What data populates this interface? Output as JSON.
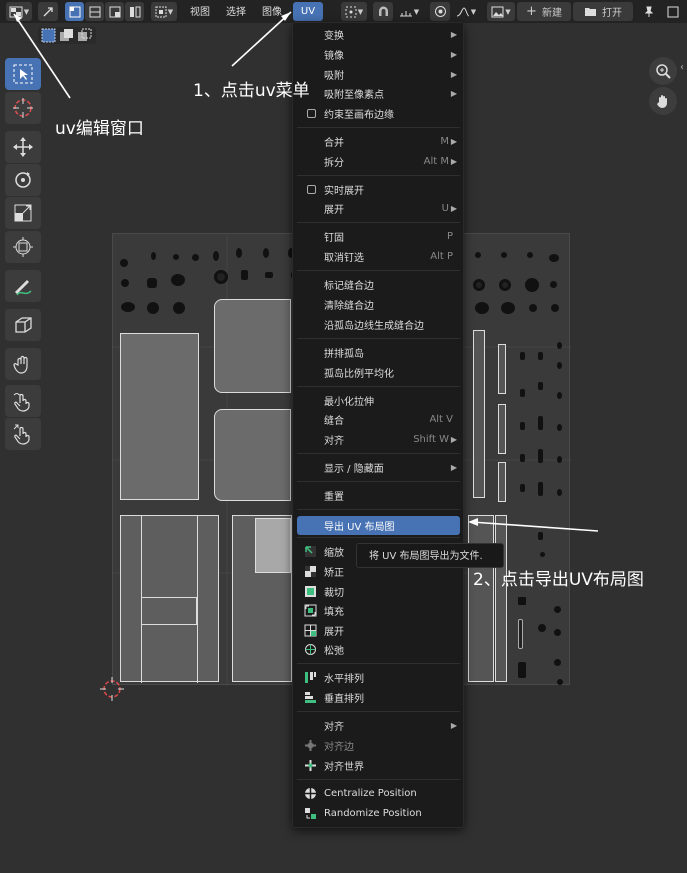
{
  "header": {
    "menus": [
      "视图",
      "选择",
      "图像"
    ],
    "uv_menu": "UV",
    "new_label": "新建",
    "open_label": "打开"
  },
  "menu": {
    "items": [
      {
        "label": "变换",
        "type": "arrow"
      },
      {
        "label": "镜像",
        "type": "arrow"
      },
      {
        "label": "吸附",
        "type": "arrow"
      },
      {
        "label": "吸附至像素点",
        "type": "arrow"
      },
      {
        "label": "约束至画布边缘",
        "type": "check"
      },
      {
        "label": "合并",
        "shortcut": "M",
        "type": "arrow"
      },
      {
        "label": "拆分",
        "shortcut": "Alt M",
        "type": "arrow"
      },
      {
        "label": "实时展开",
        "type": "check"
      },
      {
        "label": "展开",
        "shortcut": "U",
        "type": "arrow"
      },
      {
        "label": "钉固",
        "shortcut": "P"
      },
      {
        "label": "取消钉选",
        "shortcut": "Alt P"
      },
      {
        "label": "标记缝合边"
      },
      {
        "label": "清除缝合边"
      },
      {
        "label": "沿孤岛边线生成缝合边"
      },
      {
        "label": "拼排孤岛"
      },
      {
        "label": "孤岛比例平均化"
      },
      {
        "label": "最小化拉伸"
      },
      {
        "label": "缝合",
        "shortcut": "Alt V"
      },
      {
        "label": "对齐",
        "shortcut": "Shift W",
        "type": "arrow"
      },
      {
        "label": "显示 / 隐藏面",
        "type": "arrow"
      },
      {
        "label": "重置"
      },
      {
        "label": "导出 UV 布局图",
        "highlighted": true
      },
      {
        "label": "缩放",
        "icon": "scale-icon"
      },
      {
        "label": "矫正",
        "icon": "straighten-icon"
      },
      {
        "label": "裁切",
        "icon": "crop-icon"
      },
      {
        "label": "填充",
        "icon": "fill-icon"
      },
      {
        "label": "展开",
        "icon": "unwrap-icon"
      },
      {
        "label": "松弛",
        "icon": "relax-icon"
      },
      {
        "label": "水平排列",
        "icon": "align-h-icon"
      },
      {
        "label": "垂直排列",
        "icon": "align-v-icon"
      },
      {
        "label": "对齐",
        "type": "arrow"
      },
      {
        "label": "对齐边",
        "icon": "align-edge-icon",
        "dim": true
      },
      {
        "label": "对齐世界",
        "icon": "align-world-icon"
      },
      {
        "label": "Centralize Position",
        "icon": "centralize-icon"
      },
      {
        "label": "Randomize Position",
        "icon": "randomize-icon"
      }
    ]
  },
  "tooltip": "将 UV 布局图导出为文件.",
  "annotations": {
    "step1": "1、点击uv菜单",
    "step2": "2、点击导出UV布局图",
    "editor": "uv编辑窗口"
  },
  "colors": {
    "accent": "#4772b3",
    "menu_bg": "#1b1b1b",
    "viewport_bg": "#303030"
  }
}
